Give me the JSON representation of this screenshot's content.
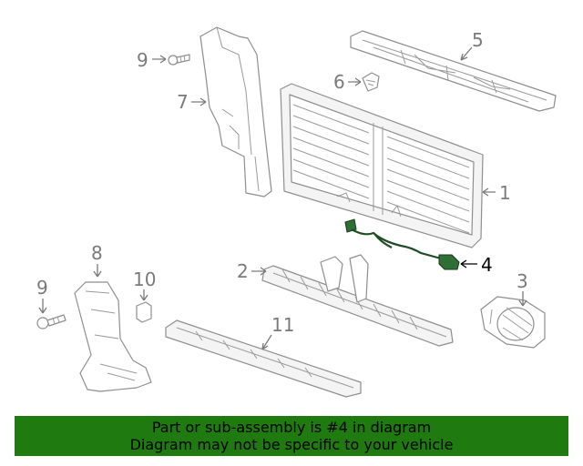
{
  "callouts": {
    "c1": "1",
    "c2": "2",
    "c3": "3",
    "c4": "4",
    "c5": "5",
    "c6": "6",
    "c7": "7",
    "c8": "8",
    "c9a": "9",
    "c9b": "9",
    "c10": "10",
    "c11": "11"
  },
  "highlighted_part": "4",
  "colors": {
    "banner": "#1f7a10",
    "highlight": "#2f6e34",
    "line_art": "#8e8e8e"
  },
  "banner": {
    "line1": "Part or sub-assembly is #4 in diagram",
    "line2": "Diagram may not be specific to your vehicle"
  }
}
